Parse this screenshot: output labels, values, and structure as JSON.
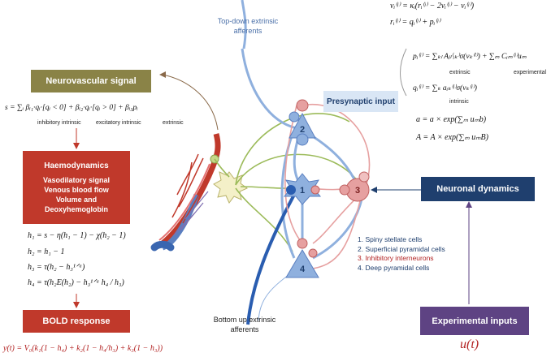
{
  "boxes": {
    "neurovascular": "Neurovascular signal",
    "haemodynamics_title": "Haemodynamics",
    "haemodynamics_lines": [
      "Vasodilatory signal",
      "Venous blood flow",
      "Volume and",
      "Deoxyhemoglobin"
    ],
    "bold": "BOLD response",
    "presynaptic": "Presynaptic input",
    "neuronal": "Neuronal dynamics",
    "experimental": "Experimental inputs"
  },
  "captions": {
    "top_down": [
      "Top-down extrinsic",
      "afferents"
    ],
    "bottom_up": [
      "Bottom up extrinsic",
      "afferents"
    ]
  },
  "equations": {
    "v": "vᵢ⁽ʲ⁾ = κᵢ(rᵢ⁽ʲ⁾ − 2vᵢ⁽ʲ⁾ − vᵢ⁽ʲ⁾)",
    "r": "rᵢ⁽ʲ⁾ = qᵢ⁽ʲ⁾ + pᵢ⁽ʲ⁾",
    "p": "pᵢ⁽ʲ⁾ = ∑ₖₗ Aⱼₗ⁽ᵢₖ⁾σ(vₖ⁽ˡ⁾) + ∑ₘ Cᵢₘ⁽ʲ⁾uₘ",
    "p_extrinsic": "extrinsic",
    "p_experimental": "experimental",
    "q": "qᵢ⁽ʲ⁾ = ∑ₖ aᵢₖ⁽ʲ⁾σ(vₖ⁽ʲ⁾)",
    "q_intrinsic": "intrinsic",
    "a": "a = a × exp(∑ₘ uₘb)",
    "A": "A = A × exp(∑ₘ uₘB)",
    "s": "s = ∑ᵢ βᵢ₁·qᵢ·[qᵢ < 0] + βᵢ₂·qᵢ·[qᵢ > 0] + βᵢ₃pᵢ",
    "s_inhib": "inhibitory intrinsic",
    "s_excit": "excitatory intrinsic",
    "s_extr": "extrinsic",
    "h1": "h₁ = s − η(h₁ − 1) − χ(h₂ − 1)",
    "h2": "h₂ = h₁ − 1",
    "h3": "h₃ = τ(h₂ − h₃¹ᐟᵅ)",
    "h4": "h₄ = τ(h₂E(h₂) − h₃¹ᐟᵅ h₄ / h₃)",
    "y": "y(t) = V₀(k₁(1 − h₄) + k₂(1 − h₄/h₃) + k₃(1 − h₃))",
    "u": "u(t)"
  },
  "legend": [
    "1. Spiny stellate cells",
    "2. Superficial pyramidal cells",
    "3. Inhibitory interneurons",
    "4. Deep pyramidal cells"
  ],
  "node_labels": [
    "1",
    "2",
    "3",
    "4"
  ],
  "colors": {
    "olive": "#8a8347",
    "red_box": "#c0392b",
    "navy": "#1f3f6e",
    "purple": "#5e4383",
    "presyn_bg": "#d9e6f5",
    "blue_cell": "#8fb0de",
    "red_cell": "#e6a0a0",
    "green": "#9cbb5a",
    "equation_red": "#b22222"
  }
}
